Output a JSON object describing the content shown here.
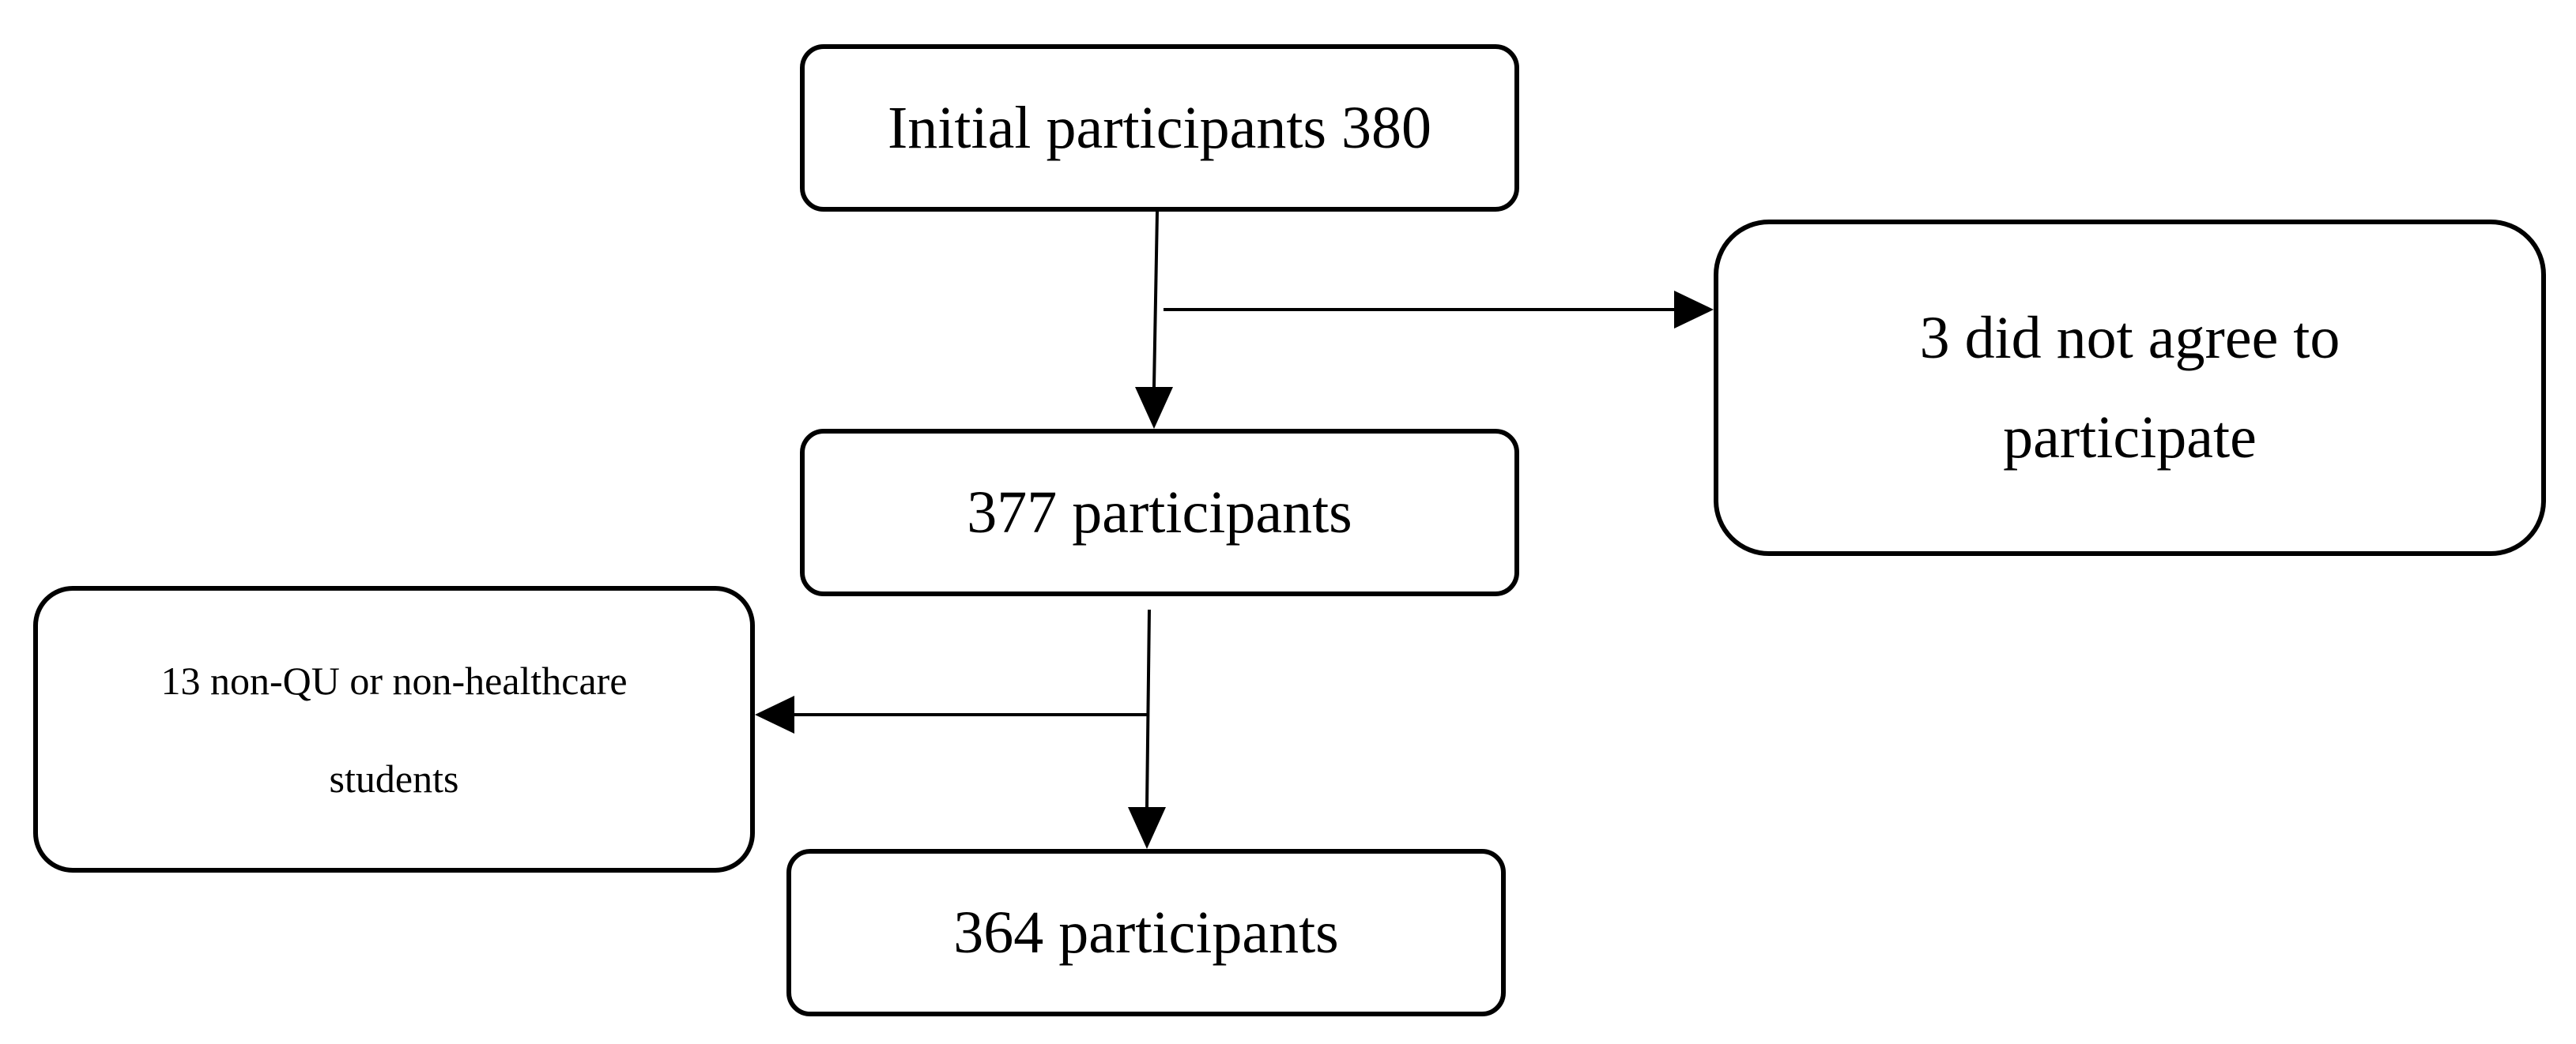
{
  "flowchart": {
    "initial": {
      "label": "Initial participants 380"
    },
    "declined": {
      "label": "3 did not agree to participate"
    },
    "after_consent": {
      "label": "377 participants"
    },
    "excluded": {
      "label": "13 non-QU or non-healthcare students"
    },
    "final": {
      "label": "364 participants"
    }
  },
  "colors": {
    "stroke": "#000000",
    "background": "#ffffff"
  }
}
